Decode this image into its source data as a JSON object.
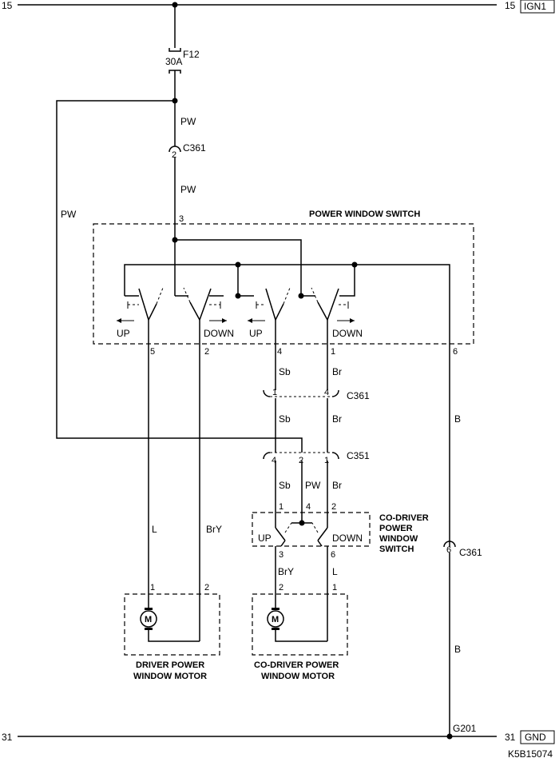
{
  "rails": {
    "top_left": "15",
    "top_right": "15",
    "top_box": "IGN1",
    "bottom_left": "31",
    "bottom_right": "31",
    "bottom_box": "GND"
  },
  "fuse": {
    "name": "F12",
    "rating": "30A"
  },
  "wires": {
    "pw1": "PW",
    "pw2": "PW",
    "pw_left": "PW",
    "sb1": "Sb",
    "br1": "Br",
    "sb2": "Sb",
    "br2": "Br",
    "sb3": "Sb",
    "pw3": "PW",
    "br3": "Br",
    "b1": "B",
    "b2": "B",
    "l1": "L",
    "bry1": "BrY",
    "bry2": "BrY",
    "l2": "L"
  },
  "connectors": {
    "c361_top": "C361",
    "c361_top_pin": "2",
    "c361_mid": "C361",
    "c361_mid_pin_a": "1",
    "c361_mid_pin_b": "4",
    "c351": "C351",
    "c351_pin_a": "4",
    "c351_pin_b": "2",
    "c351_pin_c": "1",
    "c361_right": "C361",
    "c361_right_pin": "6"
  },
  "main_switch": {
    "title": "POWER WINDOW SWITCH",
    "pin_top": "3",
    "pins": [
      "5",
      "2",
      "4",
      "1",
      "6"
    ],
    "labels": [
      "UP",
      "DOWN",
      "UP",
      "DOWN"
    ]
  },
  "codriver_switch": {
    "title_lines": [
      "CO-DRIVER",
      "POWER",
      "WINDOW",
      "SWITCH"
    ],
    "pins_top": [
      "1",
      "4",
      "2"
    ],
    "pins_bottom": [
      "3",
      "6"
    ],
    "up": "UP",
    "down": "DOWN"
  },
  "motors": {
    "driver_pins": [
      "1",
      "2"
    ],
    "codriver_pins": [
      "2",
      "1"
    ],
    "symbol": "M",
    "driver_lines": [
      "DRIVER POWER",
      "WINDOW MOTOR"
    ],
    "codriver_lines": [
      "CO-DRIVER POWER",
      "WINDOW MOTOR"
    ]
  },
  "ground": "G201",
  "figure_id": "K5B15074"
}
